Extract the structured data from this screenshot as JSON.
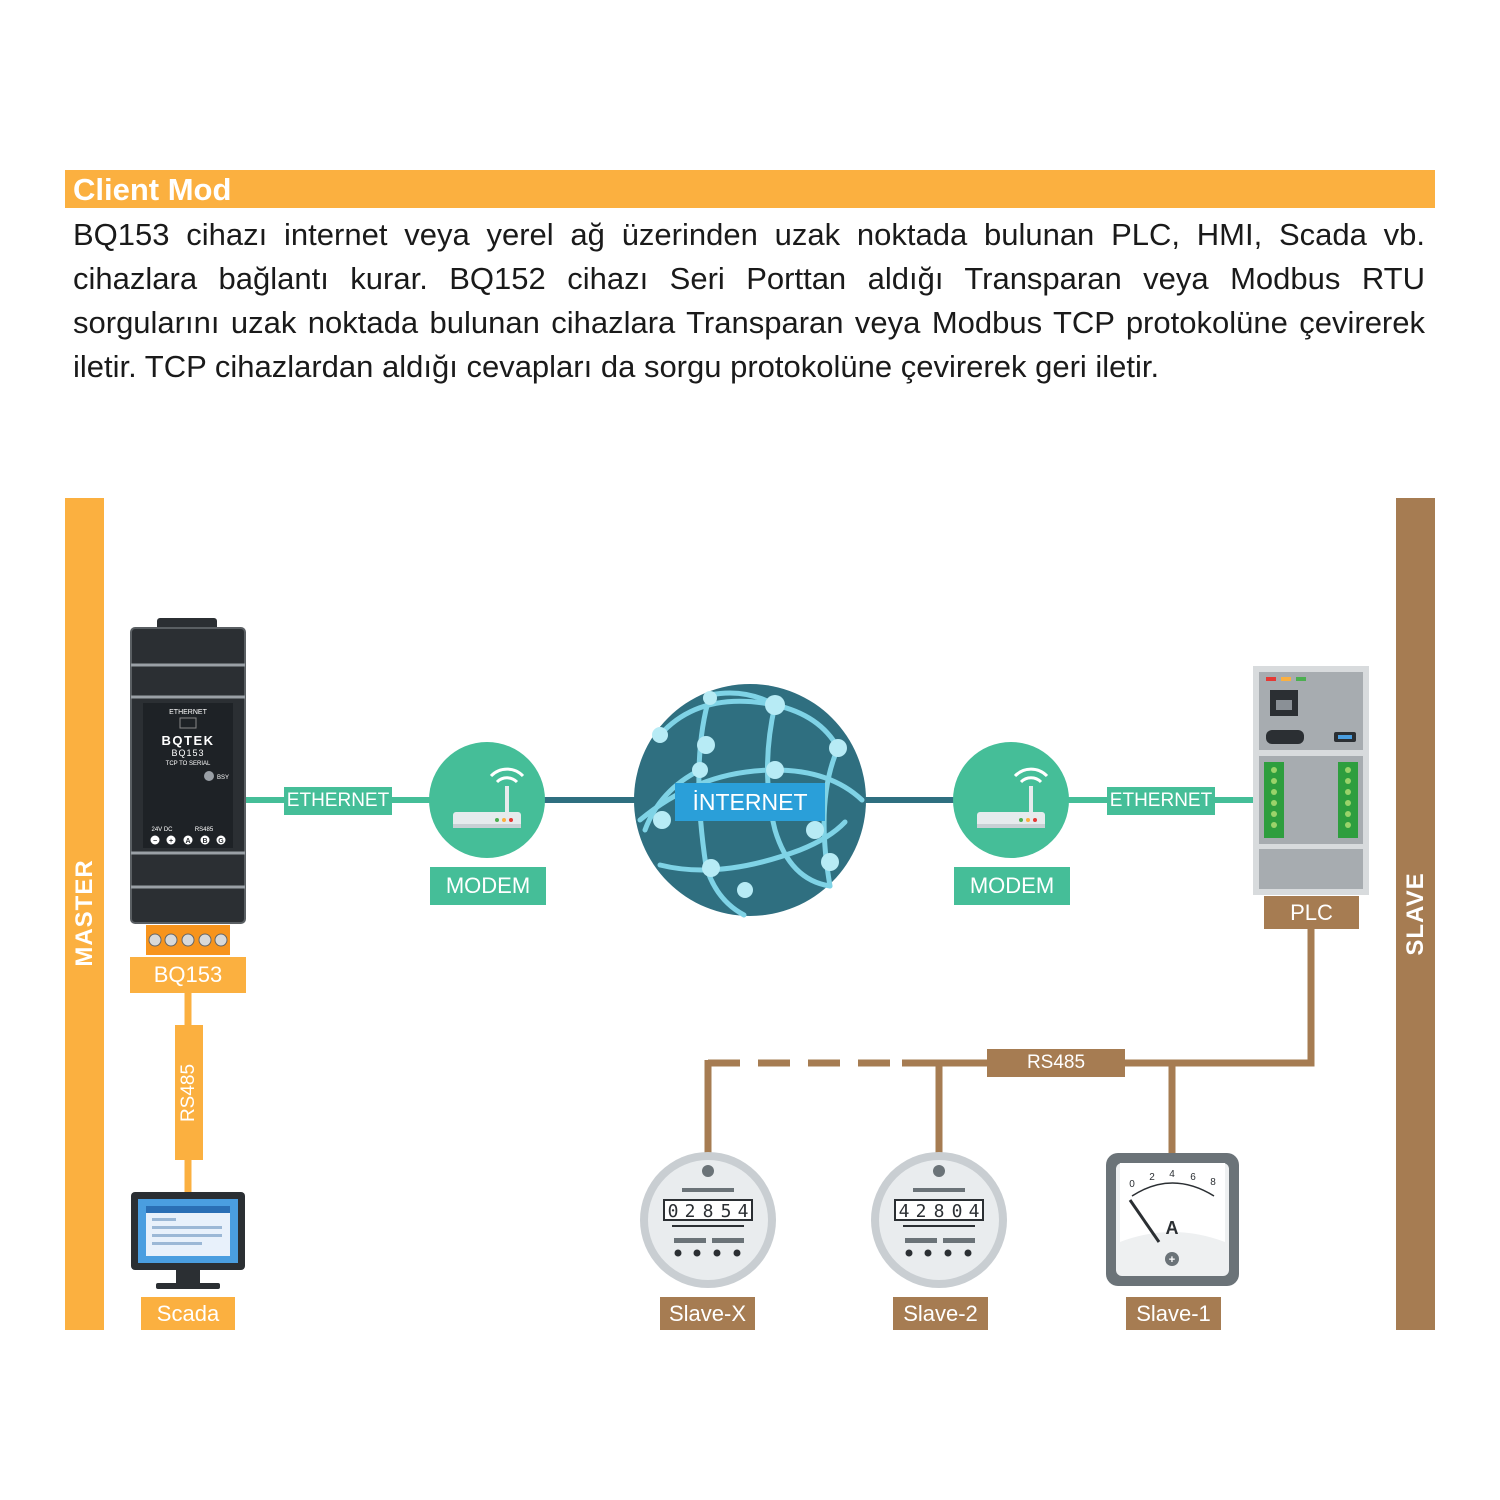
{
  "header": {
    "title": "Client Mod"
  },
  "description": "BQ153 cihazı internet veya yerel ağ üzerinden uzak noktada bulunan PLC, HMI, Scada vb. cihazlara bağlantı kurar. BQ152 cihazı Seri Porttan aldığı Transparan veya Modbus RTU sorgularını uzak noktada bulunan cihazlara Transparan veya  Modbus TCP protokolüne çevirerek iletir. TCP cihazlardan aldığı cevapları da sorgu protokolüne çevirerek geri iletir.",
  "sides": {
    "master": "MASTER",
    "slave": "SLAVE"
  },
  "device": {
    "ethernet_port": "ETHERNET",
    "brand": "BQTEK",
    "model": "BQ153",
    "subtitle": "TCP TO SERIAL",
    "bsy": "BSY",
    "power": "24V DC",
    "rs485": "RS485",
    "terminals": [
      "−",
      "+",
      "A",
      "B",
      "G"
    ]
  },
  "labels": {
    "bq153": "BQ153",
    "scada": "Scada",
    "rs485_master": "RS485",
    "ethernet_left": "ETHERNET",
    "modem_left": "MODEM",
    "internet": "İNTERNET",
    "modem_right": "MODEM",
    "ethernet_right": "ETHERNET",
    "plc": "PLC",
    "rs485_slave": "RS485",
    "slave_x": "Slave-X",
    "slave_2": "Slave-2",
    "slave_1": "Slave-1"
  },
  "meters": {
    "slave_x_digits": [
      "0",
      "2",
      "8",
      "5",
      "4"
    ],
    "slave_2_digits": [
      "4",
      "2",
      "8",
      "0",
      "4"
    ],
    "ammeter_scale": [
      "0",
      "2",
      "4",
      "6",
      "8"
    ],
    "ammeter_unit": "A",
    "ammeter_plus": "+"
  },
  "colors": {
    "master": "#fbb040",
    "slave": "#a67c52",
    "network": "#45be98",
    "internet_globe": "#2f6f80",
    "internet_label": "#2a9fd9"
  }
}
